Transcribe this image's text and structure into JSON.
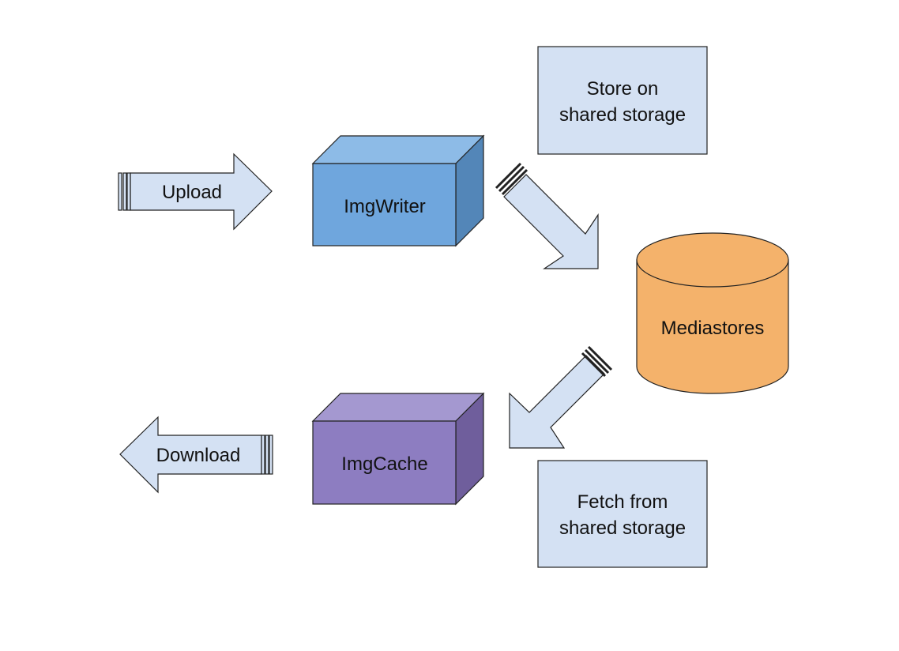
{
  "colors": {
    "background": "#ffffff",
    "arrow_fill": "#d4e1f3",
    "note_fill": "#d4e1f3",
    "stroke": "#222222",
    "imgwriter_front": "#6fa6dd",
    "imgwriter_top": "#8dbbe7",
    "imgwriter_side": "#5386b8",
    "imgcache_front": "#8d7dc1",
    "imgcache_top": "#a498d0",
    "imgcache_side": "#6f5e9c",
    "mediastores_fill": "#f4b26b",
    "text": "#111111"
  },
  "arrows": {
    "upload": {
      "label": "Upload"
    },
    "download": {
      "label": "Download"
    },
    "to_mediastores": {
      "label": ""
    },
    "from_mediastores": {
      "label": ""
    }
  },
  "nodes": {
    "imgwriter": {
      "label": "ImgWriter"
    },
    "imgcache": {
      "label": "ImgCache"
    },
    "mediastores": {
      "label": "Mediastores"
    }
  },
  "notes": {
    "store": {
      "line1": "Store on",
      "line2": "shared storage"
    },
    "fetch": {
      "line1": "Fetch from",
      "line2": "shared storage"
    }
  }
}
